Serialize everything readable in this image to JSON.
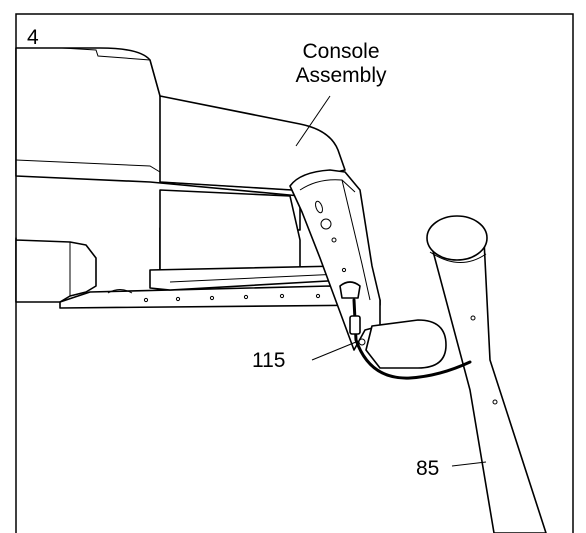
{
  "diagram": {
    "step_number": "4",
    "labels": {
      "console_assembly_line1": "Console",
      "console_assembly_line2": "Assembly",
      "part_115": "115",
      "part_85": "85"
    },
    "colors": {
      "line": "#000000",
      "fill": "#ffffff"
    }
  }
}
